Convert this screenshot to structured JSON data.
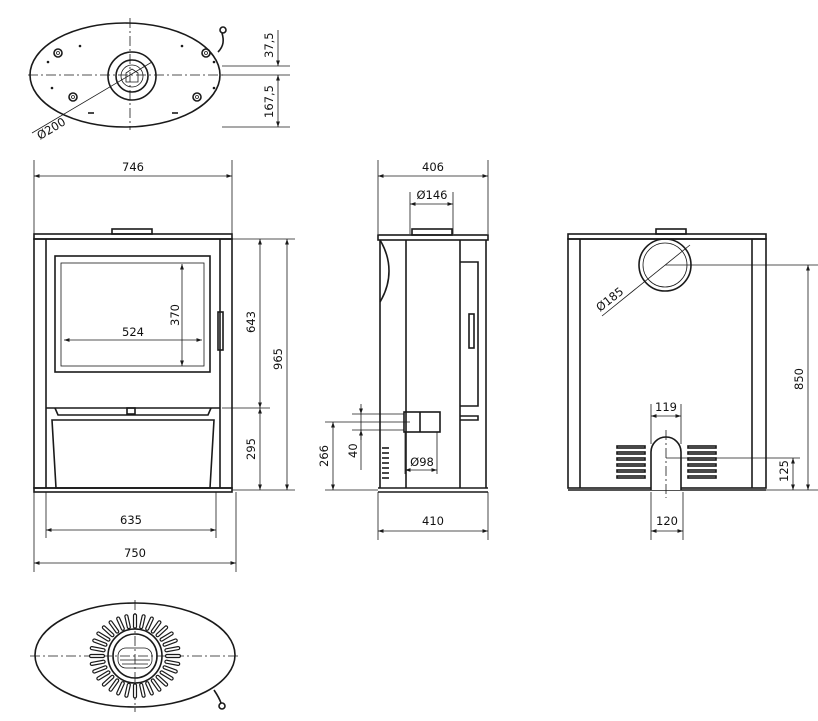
{
  "dimensions": {
    "top_view": {
      "offset_rear": "37,5",
      "offset_front": "167,5",
      "flue_diameter": "Ø200"
    },
    "front_view": {
      "top_width": "746",
      "window_height": "370",
      "window_width": "524",
      "door_height": "643",
      "total_height": "965",
      "lower_panel_height": "295",
      "plinth_width": "635",
      "base_width": "750"
    },
    "side_view": {
      "top_depth": "406",
      "flue_top": "Ø146",
      "air_inlet_height": "266",
      "air_inlet_size": "40",
      "air_inlet_diameter": "Ø98",
      "base_depth": "410"
    },
    "rear_view": {
      "rear_flue_diameter": "Ø185",
      "rear_flue_height": "850",
      "opening_width_top": "119",
      "opening_height": "125",
      "opening_width_bottom": "120"
    }
  },
  "colors": {
    "line": "#1a1a1a",
    "background": "#ffffff"
  }
}
